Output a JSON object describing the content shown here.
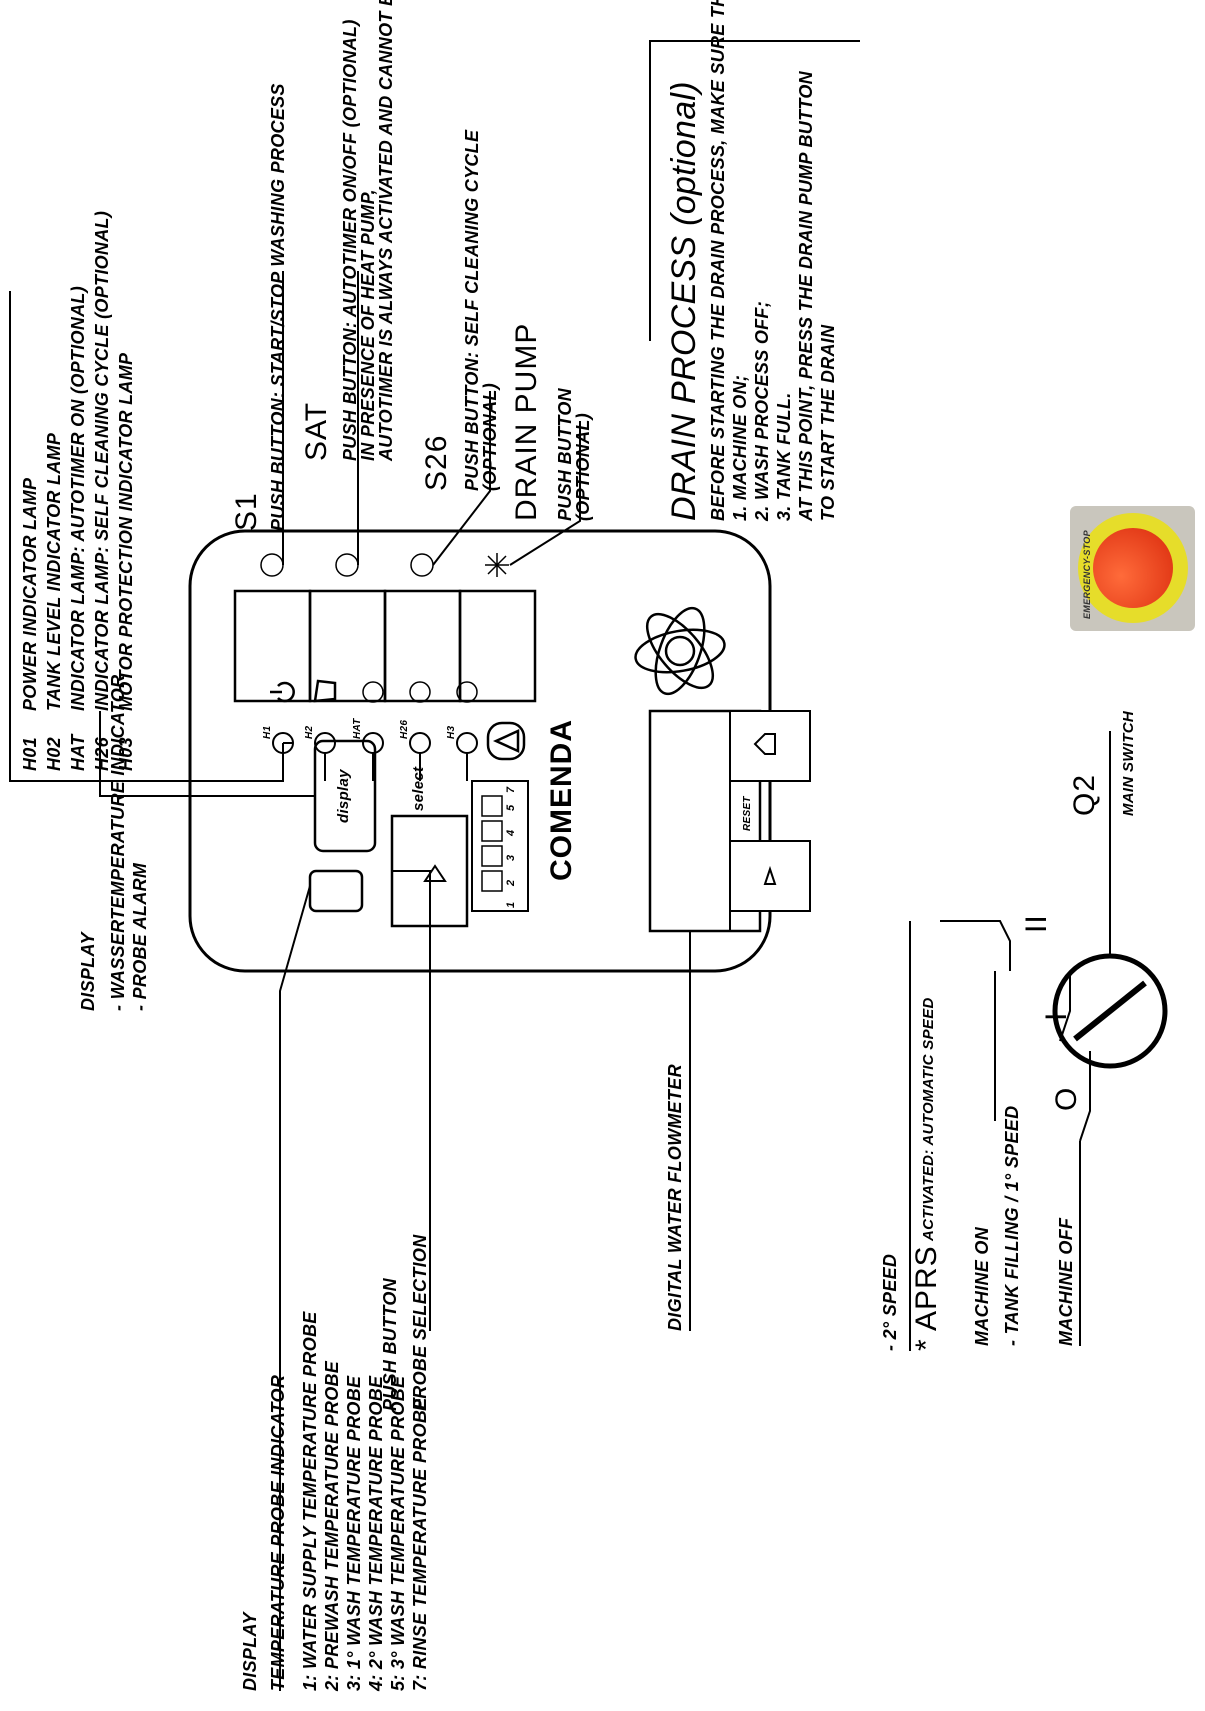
{
  "lamps_legend": [
    {
      "code": "H01",
      "text": "POWER INDICATOR LAMP"
    },
    {
      "code": "H02",
      "text": "TANK LEVEL INDICATOR LAMP"
    },
    {
      "code": "HAT",
      "text": "INDICATOR LAMP: AUTOTIMER ON (OPTIONAL)"
    },
    {
      "code": "H26",
      "text": "INDICATOR LAMP: SELF CLEANING CYCLE (OPTIONAL)"
    },
    {
      "code": "H03",
      "text": "MOTOR PROTECTION INDICATOR LAMP"
    }
  ],
  "s1": {
    "title": "S1",
    "text": "PUSH BUTTON: START/STOP WASHING PROCESS"
  },
  "sat": {
    "title": "SAT",
    "lines": [
      "PUSH BUTTON: AUTOTIMER ON/OFF (OPTIONAL)",
      "IN PRESENCE OF HEAT PUMP,",
      "AUTOTIMER IS ALWAYS ACTIVATED AND CANNOT BE DEACTIVATED"
    ]
  },
  "s26": {
    "title": "S26",
    "lines": [
      "PUSH BUTTON: SELF CLEANING CYCLE",
      "(OPTIONAL)"
    ]
  },
  "drain_pump": {
    "title": "DRAIN PUMP",
    "lines": [
      "PUSH BUTTON",
      "(OPTIONAL)"
    ]
  },
  "drain_process": {
    "title": "DRAIN PROCESS (optional)",
    "lines": [
      "BEFORE STARTING THE DRAIN PROCESS, MAKE SURE THAT:",
      "1. MACHINE ON;",
      "2. WASH PROCESS OFF;",
      "3. TANK FULL.",
      "AT THIS POINT, PRESS THE DRAIN PUMP BUTTON",
      "TO START THE DRAIN"
    ]
  },
  "display_top": {
    "title": "DISPLAY",
    "items": [
      "- WASSERTEMPERATURE INDICATOR",
      "- PROBE ALARM"
    ]
  },
  "display_bottom": {
    "title": "DISPLAY",
    "subtitle": "TEMPERATURE PROBE INDICATOR",
    "items": [
      "1: WATER SUPPLY TEMPERATURE PROBE",
      "2: PREWASH TEMPERATURE PROBE",
      "3: 1° WASH TEMPERATURE PROBE",
      "4: 2° WASH TEMPERATURE PROBE",
      "5: 3° WASH TEMPERATURE PROBE",
      "7: RINSE TEMPERATURE PROBE"
    ]
  },
  "push_button_probe": {
    "title": "PUSH BUTTON",
    "text": "PROBE SELECTION"
  },
  "flowmeter": {
    "text": "DIGITAL WATER FLOWMETER"
  },
  "panel": {
    "display_label": "display",
    "select_label": "select",
    "brand": "COMENDA",
    "reset_label": "RESET",
    "lamp_labels": [
      "H1",
      "H2",
      "HAT",
      "H26",
      "H3"
    ],
    "probe_numbers": [
      "1",
      "2",
      "3",
      "4",
      "5",
      "7"
    ]
  },
  "switch": {
    "q2": "Q2",
    "main_switch": "MAIN SWITCH",
    "pos_ii": "II",
    "pos_i": "I",
    "pos_o": "O",
    "speed2": "- 2° SPEED",
    "aprs_star": "*",
    "aprs": "APRS",
    "aprs_text": "ACTIVATED: AUTOMATIC SPEED",
    "machine_on": "MACHINE ON",
    "tank_filling": "- TANK FILLING / 1° SPEED",
    "machine_off": "MACHINE OFF"
  },
  "emergency": {
    "text": "EMERGENCY-STOP"
  },
  "colors": {
    "line": "#000000",
    "estop_red": "#e0341a",
    "estop_yellow": "#e6dd2a"
  }
}
